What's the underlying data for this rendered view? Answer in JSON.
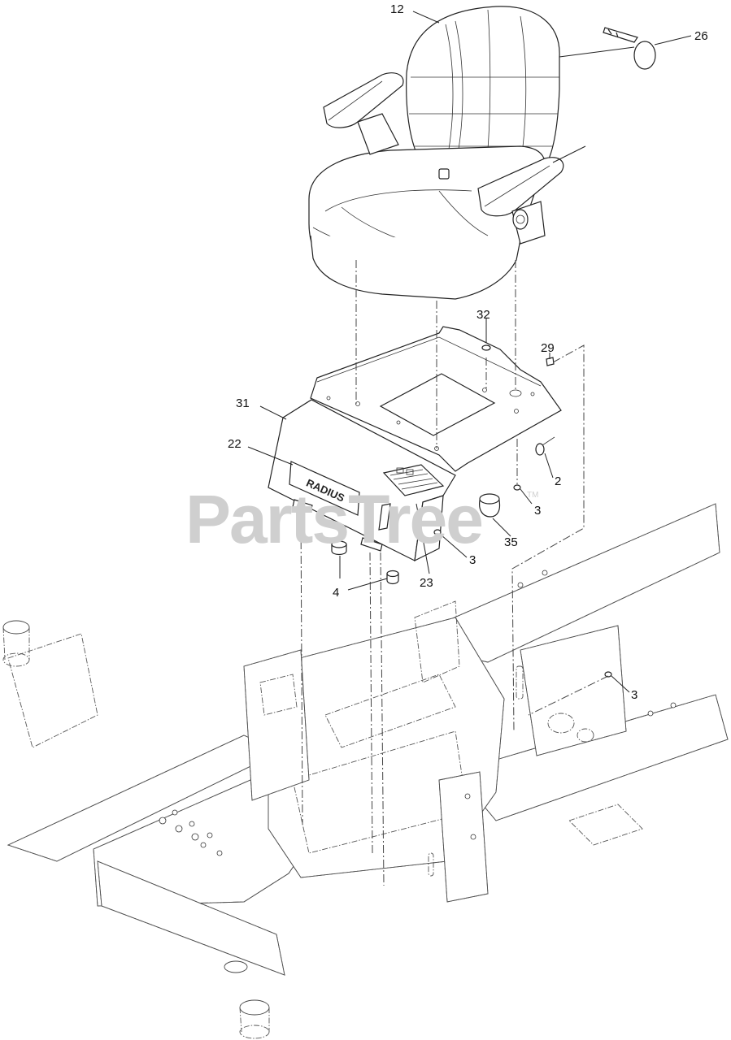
{
  "watermark": {
    "text": "PartsTree",
    "trademark": "TM"
  },
  "badge": {
    "text": "RADIUS"
  },
  "callouts": [
    {
      "id": "c12",
      "label": "12"
    },
    {
      "id": "c26",
      "label": "26"
    },
    {
      "id": "c32",
      "label": "32"
    },
    {
      "id": "c29",
      "label": "29"
    },
    {
      "id": "c31",
      "label": "31"
    },
    {
      "id": "c22",
      "label": "22"
    },
    {
      "id": "c2",
      "label": "2"
    },
    {
      "id": "c3a",
      "label": "3"
    },
    {
      "id": "c35",
      "label": "35"
    },
    {
      "id": "c3b",
      "label": "3"
    },
    {
      "id": "c23",
      "label": "23"
    },
    {
      "id": "c4",
      "label": "4"
    },
    {
      "id": "c3c",
      "label": "3"
    }
  ],
  "parts": [
    {
      "name": "seat",
      "ref": "12"
    },
    {
      "name": "seat-key",
      "ref": "26"
    },
    {
      "name": "seat-mount-plate",
      "ref": "31"
    },
    {
      "name": "control-panel-cover",
      "ref": "31"
    },
    {
      "name": "radius-decal",
      "ref": "22"
    },
    {
      "name": "instruction-decal",
      "ref": "23"
    },
    {
      "name": "nut",
      "ref": "32"
    },
    {
      "name": "hairpin-clip",
      "ref": "29"
    },
    {
      "name": "pin",
      "ref": "2"
    },
    {
      "name": "bumper",
      "ref": "35"
    },
    {
      "name": "grommet",
      "ref": "4"
    },
    {
      "name": "mower-frame",
      "ref": ""
    }
  ]
}
